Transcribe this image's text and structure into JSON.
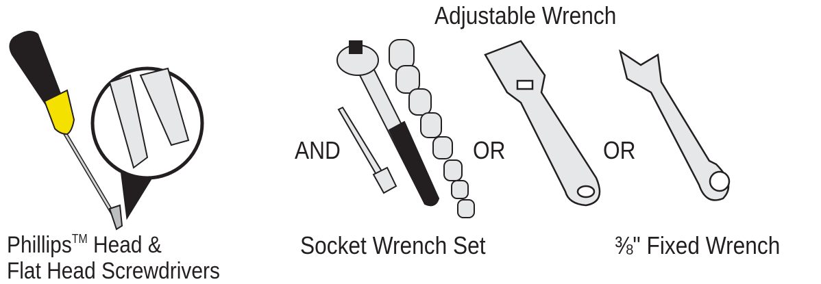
{
  "labels": {
    "adjustable_wrench": "Adjustable Wrench",
    "and": "AND",
    "or_1": "OR",
    "or_2": "OR",
    "screwdrivers_line1": "Phillips",
    "trademark": "TM",
    "screwdrivers_line1_rest": " Head &",
    "screwdrivers_line2": "Flat Head Screwdrivers",
    "socket_set": "Socket Wrench Set",
    "fixed_wrench": "⅜\" Fixed Wrench"
  },
  "colors": {
    "handle_yellow": "#f5e100",
    "outline": "#231f20",
    "metal": "#e6e7e8"
  }
}
